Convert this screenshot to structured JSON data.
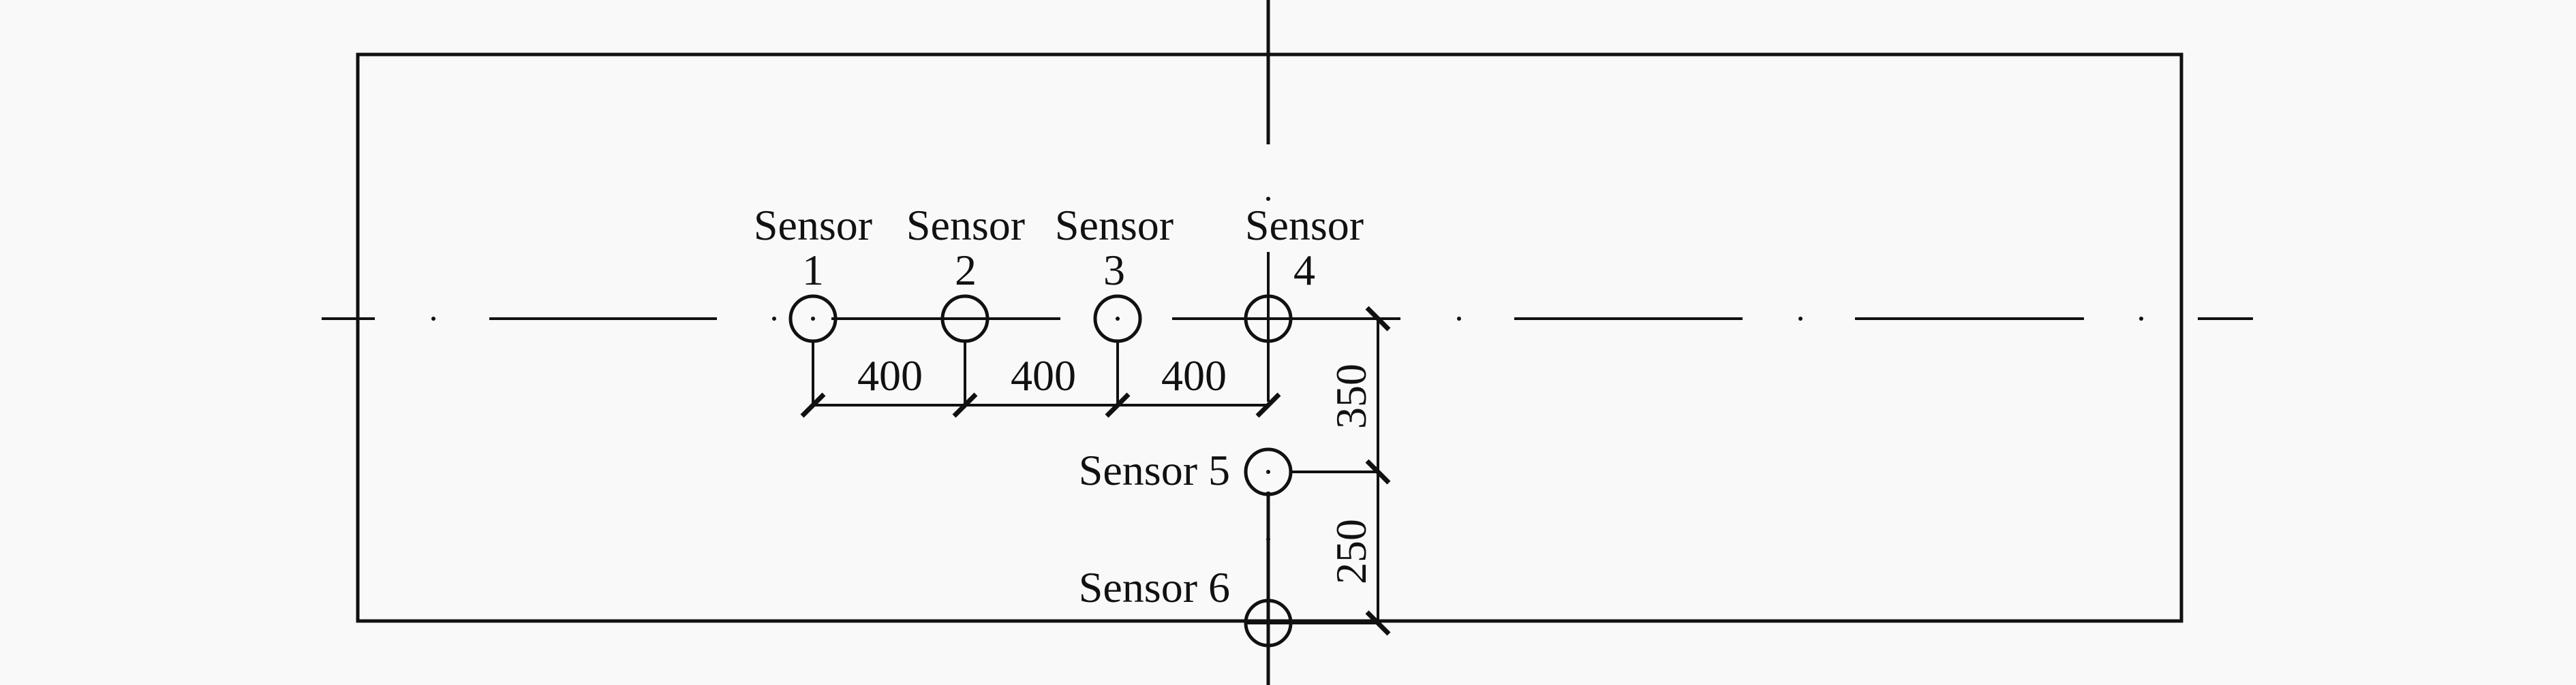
{
  "sensors": [
    {
      "id": 1,
      "label_line1": "Sensor",
      "label_line2": "1"
    },
    {
      "id": 2,
      "label_line1": "Sensor",
      "label_line2": "2"
    },
    {
      "id": 3,
      "label_line1": "Sensor",
      "label_line2": "3"
    },
    {
      "id": 4,
      "label_line1": "Sensor",
      "label_line2": "4"
    },
    {
      "id": 5,
      "label": "Sensor 5"
    },
    {
      "id": 6,
      "label": "Sensor 6"
    }
  ],
  "dimensions": {
    "horizontal": [
      "400",
      "400",
      "400"
    ],
    "vertical": [
      "350",
      "250"
    ]
  }
}
